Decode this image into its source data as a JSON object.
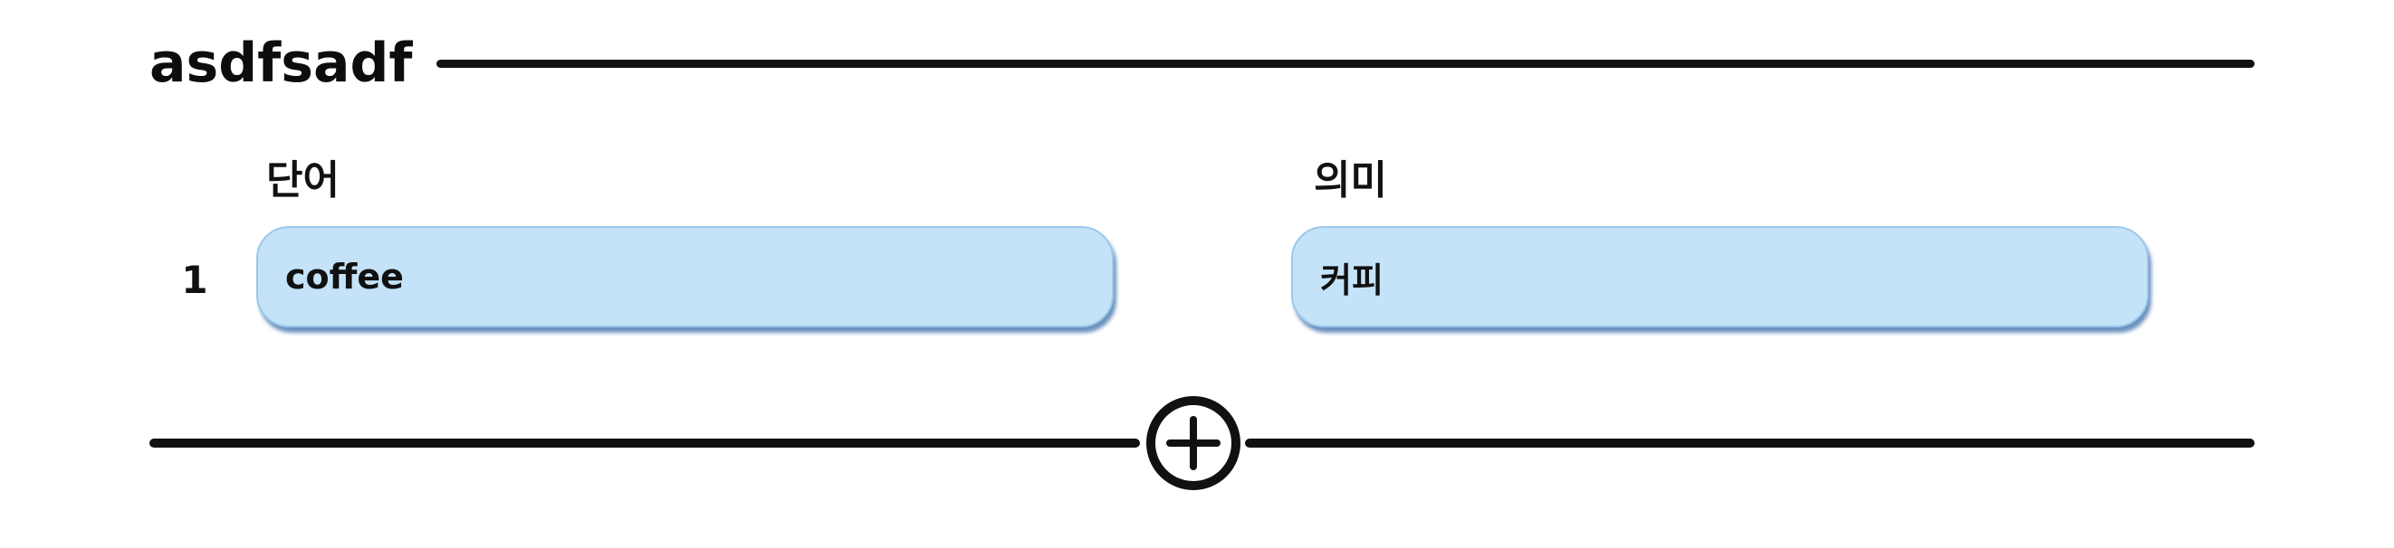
{
  "deck": {
    "title": "asdfsadf"
  },
  "columns": {
    "word_header": "단어",
    "meaning_header": "의미"
  },
  "rows": [
    {
      "number": "1",
      "word": "coffee",
      "meaning": "커피"
    }
  ],
  "colors": {
    "field_background": "#c4e3f8",
    "field_shadow": "#3c6eaa",
    "text": "#111111",
    "line": "#111111"
  },
  "icons": {
    "add": "plus-circle-icon"
  }
}
